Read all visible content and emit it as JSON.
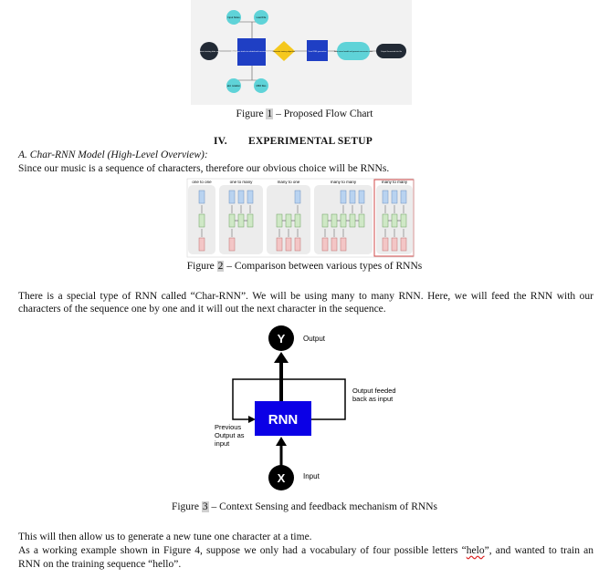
{
  "figure1": {
    "node_top_left": "Input Notes",
    "node_top_right": "Load File",
    "node_left": "Obtain training data sets",
    "node_center": "Map, figure tracks to related and connected input",
    "node_diamond": "Generate training algorithm",
    "node_square": "Train RNN generation",
    "node_pill": "Save trained model and generate new music notes",
    "node_right": "Output Generated abc file",
    "node_bottom_left": "abc notation",
    "node_bottom_right": "MIDI files",
    "caption_prefix": "Figure ",
    "caption_num": "1",
    "caption_suffix": " – Proposed Flow Chart"
  },
  "section_heading": {
    "number": "IV.",
    "title": "EXPERIMENTAL SETUP"
  },
  "subsection": "A.   Char-RNN Model (High-Level Overview):",
  "para1": "Since our music is a sequence of characters, therefore our obvious choice will be RNNs.",
  "figure2": {
    "panel_labels": [
      "one to one",
      "one to many",
      "many to one",
      "many to many",
      "many to many"
    ],
    "caption_prefix": "Figure ",
    "caption_num": "2",
    "caption_suffix": " – Comparison between various types of RNNs"
  },
  "para2_line1": "There is a special type of RNN called “Char-RNN”. We will be using many to many RNN. Here, we will feed the RNN with our",
  "para2_line2": "characters of the sequence one by one and it will out the next character in the sequence.",
  "figure3": {
    "output_node": "Y",
    "output_label": "Output",
    "rnn_label": "RNN",
    "feedback_line1": "Output feeded",
    "feedback_line2": "back as input",
    "prev_line1": "Previous",
    "prev_line2": "Output as",
    "prev_line3": "input",
    "input_node": "X",
    "input_label": "Input",
    "caption_prefix": "Figure ",
    "caption_num": "3",
    "caption_suffix": " – Context Sensing and feedback mechanism of RNNs"
  },
  "para3_line1": "This will then allow us to generate a new tune one character at a time.",
  "para3_line2_a": "As a working example shown in Figure 4, suppose we only had a vocabulary of four possible letters “",
  "para3_line2_word": "helo",
  "para3_line2_b": "”, and wanted to train an",
  "para3_line3": "RNN on the training sequence “hello”."
}
